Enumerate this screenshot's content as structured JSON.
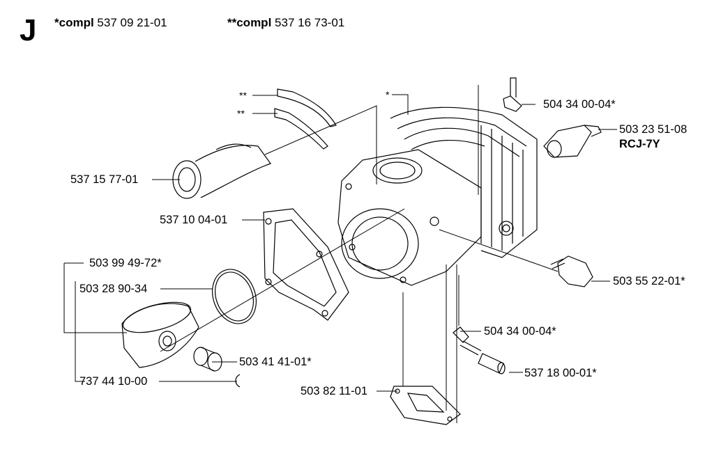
{
  "section_letter": "J",
  "header": {
    "compl1": {
      "prefix": "*compl",
      "number": "537 09 21-01"
    },
    "compl2": {
      "prefix": "**compl",
      "number": "537 16 73-01"
    }
  },
  "markers": {
    "star1": "**",
    "star2": "**",
    "star3": "*"
  },
  "parts": {
    "fitting_top": "504 34 00-04*",
    "spark_plug": "503 23 51-08",
    "spark_plug_type": "RCJ-7Y",
    "intake": "537 15 77-01",
    "gasket": "537 10 04-01",
    "piston_kit": "503 99 49-72*",
    "ring": "503 28 90-34",
    "bolt": "503 55 22-01*",
    "fitting_bottom": "504 34 00-04*",
    "bearing": "503 41 41-01*",
    "hose": "537 18 00-01*",
    "circlip": "737 44 10-00",
    "base_gasket": "503 82 11-01"
  }
}
